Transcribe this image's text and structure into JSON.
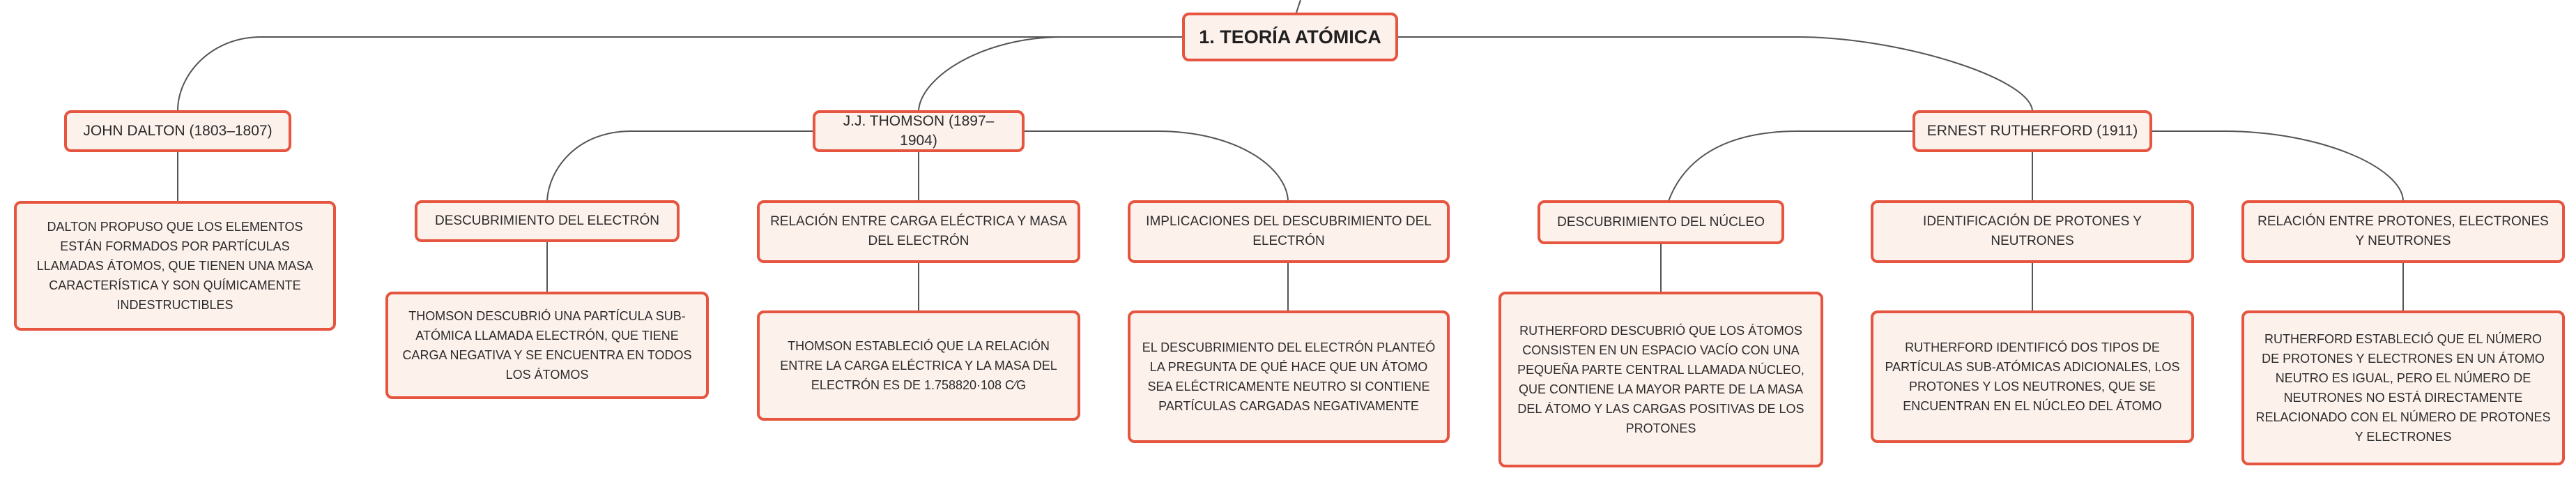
{
  "root": {
    "label": "1. TEORÍA ATÓMICA"
  },
  "dalton": {
    "label": "JOHN DALTON (1803–1807)",
    "desc": "DALTON PROPUSO QUE LOS ELEMENTOS ESTÁN FORMADOS POR PARTÍCULAS LLAMADAS ÁTOMOS, QUE TIENEN UNA MASA CARACTERÍSTICA Y SON QUÍMICAMENTE INDESTRUCTIBLES"
  },
  "thomson": {
    "label": "J.J. THOMSON (1897–1904)",
    "topics": [
      {
        "label": "DESCUBRIMIENTO DEL ELECTRÓN",
        "desc": "THOMSON DESCUBRIÓ UNA PARTÍCULA SUB-ATÓMICA LLAMADA ELECTRÓN, QUE TIENE CARGA NEGATIVA Y SE ENCUENTRA EN TODOS LOS ÁTOMOS"
      },
      {
        "label": "RELACIÓN ENTRE CARGA ELÉCTRICA Y MASA DEL ELECTRÓN",
        "desc": "THOMSON ESTABLECIÓ QUE LA RELACIÓN ENTRE LA CARGA ELÉCTRICA Y LA MASA DEL ELECTRÓN ES DE 1.758820·108 C⁄G"
      },
      {
        "label": "IMPLICACIONES DEL DESCUBRIMIENTO DEL ELECTRÓN",
        "desc": "EL DESCUBRIMIENTO DEL ELECTRÓN PLANTEÓ LA PREGUNTA DE QUÉ HACE QUE UN ÁTOMO SEA ELÉCTRICAMENTE NEUTRO SI CONTIENE PARTÍCULAS CARGADAS NEGATIVAMENTE"
      }
    ]
  },
  "rutherford": {
    "label": "ERNEST RUTHERFORD (1911)",
    "topics": [
      {
        "label": "DESCUBRIMIENTO DEL NÚCLEO",
        "desc": "RUTHERFORD DESCUBRIÓ QUE LOS ÁTOMOS CONSISTEN EN UN ESPACIO VACÍO CON UNA PEQUEÑA PARTE CENTRAL LLAMADA NÚCLEO, QUE CONTIENE LA MAYOR PARTE DE LA MASA DEL ÁTOMO Y LAS CARGAS POSITIVAS DE LOS PROTONES"
      },
      {
        "label": "IDENTIFICACIÓN DE PROTONES Y NEUTRONES",
        "desc": "RUTHERFORD IDENTIFICÓ DOS TIPOS DE PARTÍCULAS SUB-ATÓMICAS ADICIONALES, LOS PROTONES Y LOS NEUTRONES, QUE SE ENCUENTRAN EN EL NÚCLEO DEL ÁTOMO"
      },
      {
        "label": "RELACIÓN ENTRE PROTONES, ELECTRONES Y NEUTRONES",
        "desc": "RUTHERFORD ESTABLECIÓ QUE EL NÚMERO DE PROTONES Y ELECTRONES EN UN ÁTOMO NEUTRO ES IGUAL, PERO EL NÚMERO DE NEUTRONES NO ESTÁ DIRECTAMENTE RELACIONADO CON EL NÚMERO DE PROTONES Y ELECTRONES"
      }
    ]
  }
}
